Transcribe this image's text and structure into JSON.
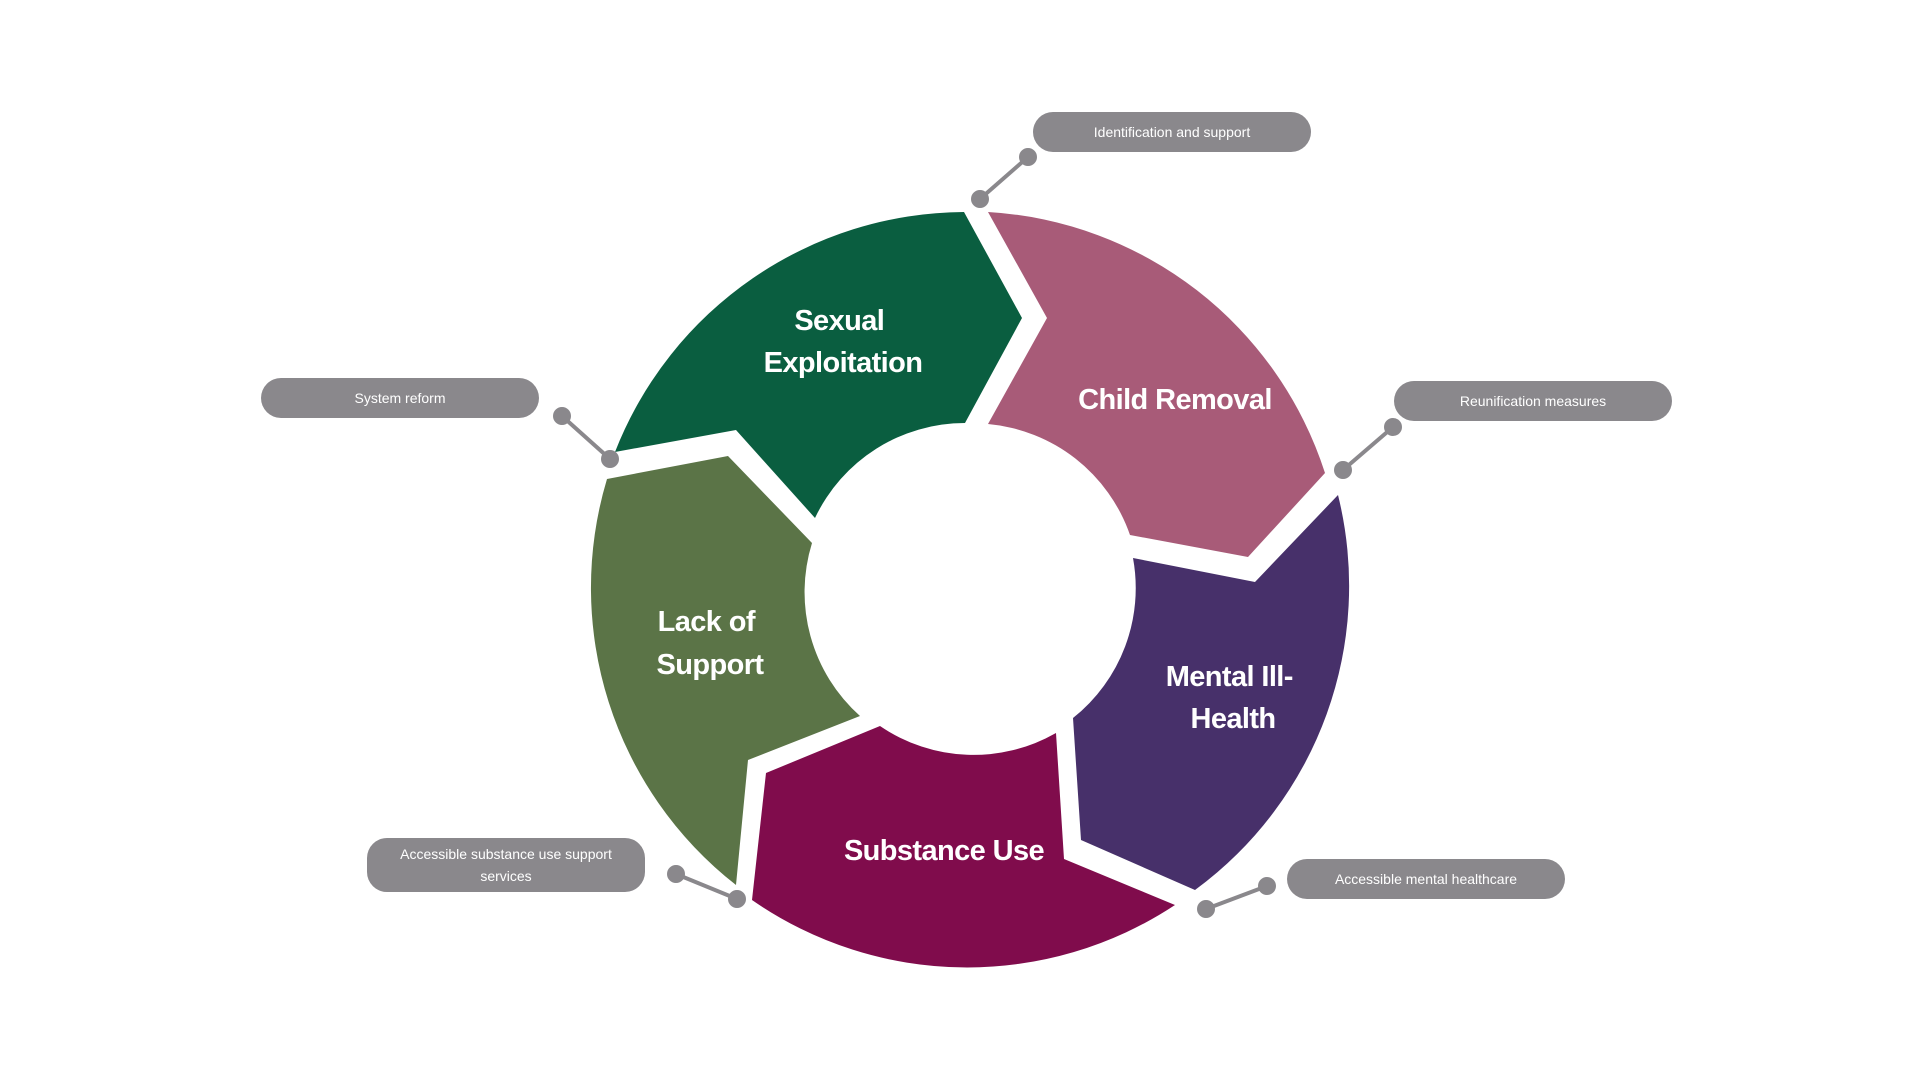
{
  "cycle": {
    "segments": [
      {
        "id": "sexual-exploitation",
        "lines": [
          "Sexual",
          "Exploitation"
        ],
        "color": "#0a5e40"
      },
      {
        "id": "child-removal",
        "lines": [
          "Child Removal"
        ],
        "color": "#a85b78"
      },
      {
        "id": "mental-ill-health",
        "lines": [
          "Mental Ill-",
          "Health"
        ],
        "color": "#47306a"
      },
      {
        "id": "substance-use",
        "lines": [
          "Substance Use"
        ],
        "color": "#800c4c"
      },
      {
        "id": "lack-of-support",
        "lines": [
          "Lack of",
          "Support"
        ],
        "color": "#5b7447"
      }
    ]
  },
  "callouts": {
    "identification": "Identification and support",
    "system_reform": "System reform",
    "reunification": "Reunification measures",
    "substance_services": "Accessible substance use support services",
    "mental_healthcare": "Accessible mental healthcare"
  },
  "colors": {
    "callout_bg": "#8a888c",
    "connector": "#8a888c",
    "label_text": "#ffffff"
  }
}
